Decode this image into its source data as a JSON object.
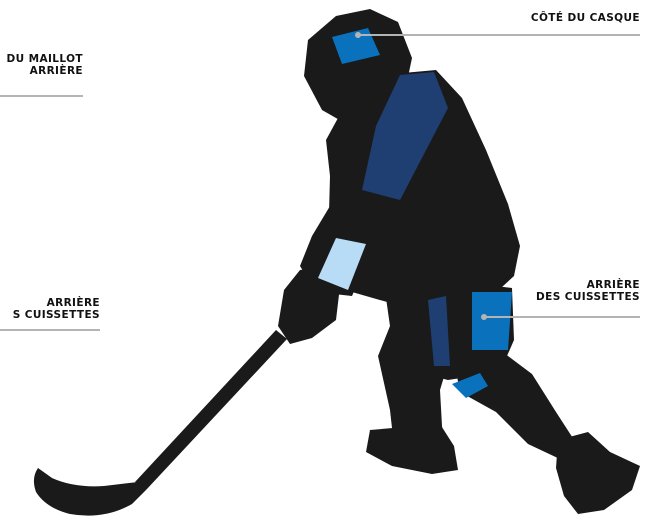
{
  "labels": {
    "helmet_side": "CÔTÉ DU CASQUE",
    "jersey_back_line1": "DU MAILLOT",
    "jersey_back_line2": "ARRIÈRE",
    "shorts_back_left_line1": "ARRIÈRE",
    "shorts_back_left_line2": "S CUISSETTES",
    "shorts_back_right_line1": "ARRIÈRE",
    "shorts_back_right_line2": "DES CUISSETTES"
  },
  "colors": {
    "silhouette": "#1a1a1a",
    "stick": "#1a1a1a",
    "patch_bright": "#0a72bd",
    "patch_dark": "#1f3f73",
    "patch_light": "#b8dcf6",
    "leader_line": "#b4b4b4",
    "dot": "#b4b4b4",
    "text": "#111111"
  }
}
